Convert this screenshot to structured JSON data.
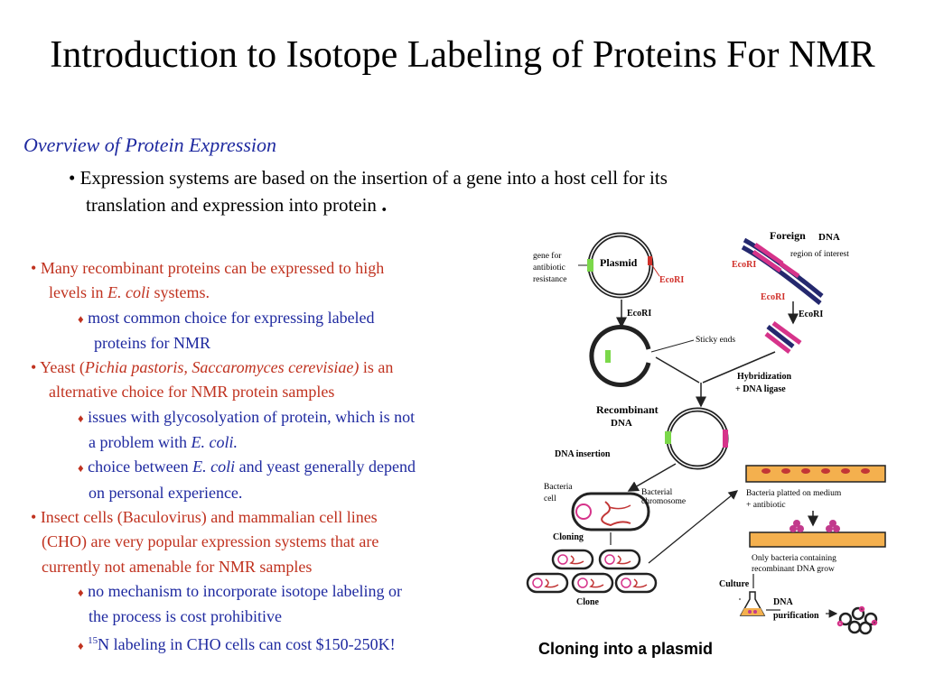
{
  "title": "Introduction to Isotope Labeling of Proteins For NMR",
  "overview": {
    "heading": "Overview of Protein Expression",
    "bullet_line1": "Expression systems are based on the insertion of a gene into a host cell for its",
    "bullet_line2": "translation and expression into protein",
    "bullet_end": "."
  },
  "list": {
    "b1_l1": "Many recombinant proteins can be expressed to high",
    "b1_l2a": "levels in ",
    "b1_l2b": "E. coli",
    "b1_l2c": " systems.",
    "s1_l1": "most common choice for expressing labeled",
    "s1_l2": "proteins for NMR",
    "b2_a": "Yeast (",
    "b2_b": "Pichia pastoris, Saccaromyces cerevisiae)",
    "b2_c": " is an",
    "b2_l2": "alternative choice for NMR protein samples",
    "s2_l1": "issues with glycosolyation of protein, which is not",
    "s2_l2a": "a problem with ",
    "s2_l2b": "E. coli.",
    "s3_l1a": "choice between ",
    "s3_l1b": "E. coli",
    "s3_l1c": " and yeast generally depend",
    "s3_l2": "on personal experience.",
    "b3_l1": "Insect cells (Baculovirus) and mammalian cell lines",
    "b3_l2": "(CHO) are very popular expression systems that are",
    "b3_l3": "currently not amenable for NMR samples",
    "s4_l1": "no mechanism to incorporate isotope labeling or",
    "s4_l2": "the process is cost prohibitive",
    "s5_sup": "15",
    "s5_text": "N labeling in CHO cells can cost $150-250K!"
  },
  "diagram": {
    "gene_for": "gene for",
    "antibiotic": "antibiotic",
    "resistance": "resistance",
    "plasmid": "Plasmid",
    "ecori_plasmid": "EcoRI",
    "foreign": "Foreign",
    "dna": "DNA",
    "region_of_interest": "region of interest",
    "ecori_left": "EcoRI",
    "ecori_left2": "EcoRI",
    "ecori_arrow1": "EcoRI",
    "ecori_arrow2": "EcoRI",
    "sticky_ends": "Sticky ends",
    "hybridization": "Hybridization",
    "ligase": "+ DNA ligase",
    "recombinant": "Recombinant",
    "recombinant_dna": "DNA",
    "dna_insertion": "DNA insertion",
    "bacteria": "Bacteria",
    "cell": "cell",
    "bacterial": "Bacterial",
    "chromosome": "chromosome",
    "cloning": "Cloning",
    "clone": "Clone",
    "plated1": "Bacteria platted on medium",
    "plated2": "+ antibiotic",
    "only1": "Only bacteria containing",
    "only2": "recombinant DNA grow",
    "culture": "Culture",
    "dna_pur1": "DNA",
    "dna_pur2": "purification",
    "caption": "Cloning into a plasmid"
  },
  "colors": {
    "red_text": "#c0321f",
    "blue_text": "#1f2aa0",
    "dna_red": "#d0302a",
    "dna_blue": "#24286e",
    "insert_magenta": "#d6338a",
    "resistance_green": "#7bd84a",
    "medium_orange": "#f4b04e"
  }
}
